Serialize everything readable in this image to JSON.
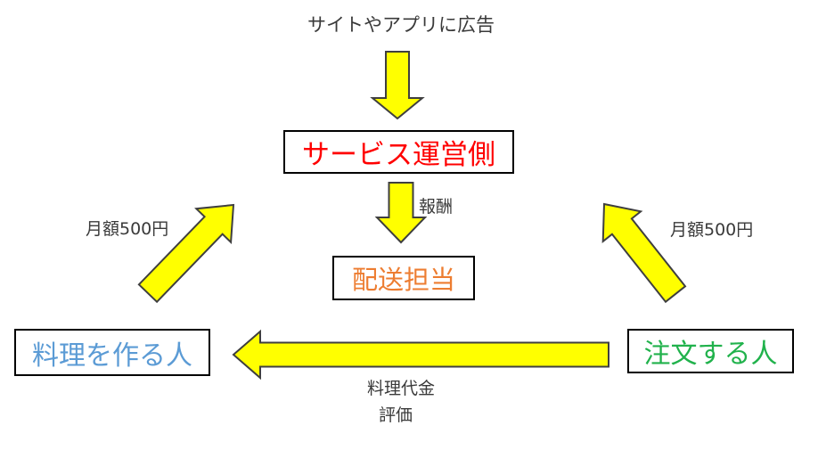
{
  "diagram": {
    "top_label": "サイトやアプリに広告",
    "boxes": {
      "operator": {
        "label": "サービス運営側",
        "color": "#ff0000"
      },
      "delivery": {
        "label": "配送担当",
        "color": "#ed7d31"
      },
      "cook": {
        "label": "料理を作る人",
        "color": "#5b9bd5"
      },
      "orderer": {
        "label": "注文する人",
        "color": "#21b24c"
      }
    },
    "edge_labels": {
      "reward": "報酬",
      "monthly_fee_left": "月額500円",
      "monthly_fee_right": "月額500円",
      "food_payment": "料理代金",
      "rating": "評価"
    },
    "flows": [
      {
        "name": "ad-to-operator"
      },
      {
        "name": "operator-to-delivery"
      },
      {
        "name": "cook-to-operator"
      },
      {
        "name": "orderer-to-operator"
      },
      {
        "name": "orderer-to-cook"
      }
    ],
    "colors": {
      "background": "#ffffff",
      "arrow_fill": "#ffff00",
      "arrow_outline": "#3f3f3f",
      "box_border": "#000000",
      "plain_text": "#3a3a3a"
    }
  }
}
